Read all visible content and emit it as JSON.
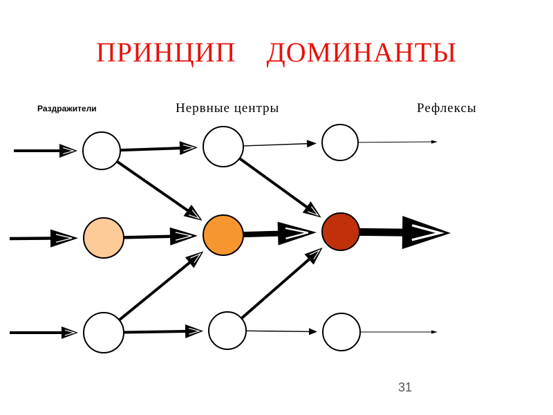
{
  "title": "ПРИНЦИП    ДОМИНАНТЫ",
  "labels": {
    "stimuli": "Раздражители",
    "centers": "Нервные  центры",
    "reflexes": "Рефлексы"
  },
  "page_number": "31",
  "colors": {
    "title": "#e8120c",
    "neuron_default": "#ffffff",
    "neuron_light_orange": "#fdcb98",
    "neuron_orange": "#f7962f",
    "neuron_dominant": "#c0310b",
    "outline": "#000000"
  },
  "nodes": [
    {
      "id": "n11",
      "fill": "neuron_default"
    },
    {
      "id": "n12",
      "fill": "neuron_default"
    },
    {
      "id": "n13",
      "fill": "neuron_default"
    },
    {
      "id": "n21",
      "fill": "neuron_light_orange"
    },
    {
      "id": "n22",
      "fill": "neuron_orange"
    },
    {
      "id": "n23",
      "fill": "neuron_dominant"
    },
    {
      "id": "n31",
      "fill": "neuron_default"
    },
    {
      "id": "n32",
      "fill": "neuron_default"
    },
    {
      "id": "n33",
      "fill": "neuron_default"
    }
  ],
  "edges": [
    {
      "from": "in1",
      "to": "n11"
    },
    {
      "from": "n11",
      "to": "n12"
    },
    {
      "from": "n11",
      "to": "n22"
    },
    {
      "from": "n12",
      "to": "n13"
    },
    {
      "from": "n12",
      "to": "n23"
    },
    {
      "from": "n13",
      "to": "out1"
    },
    {
      "from": "in2",
      "to": "n21"
    },
    {
      "from": "n21",
      "to": "n22"
    },
    {
      "from": "n22",
      "to": "n23"
    },
    {
      "from": "n23",
      "to": "out2"
    },
    {
      "from": "in3",
      "to": "n31"
    },
    {
      "from": "n31",
      "to": "n32"
    },
    {
      "from": "n31",
      "to": "n22"
    },
    {
      "from": "n32",
      "to": "n33"
    },
    {
      "from": "n32",
      "to": "n23"
    },
    {
      "from": "n33",
      "to": "out3"
    }
  ]
}
